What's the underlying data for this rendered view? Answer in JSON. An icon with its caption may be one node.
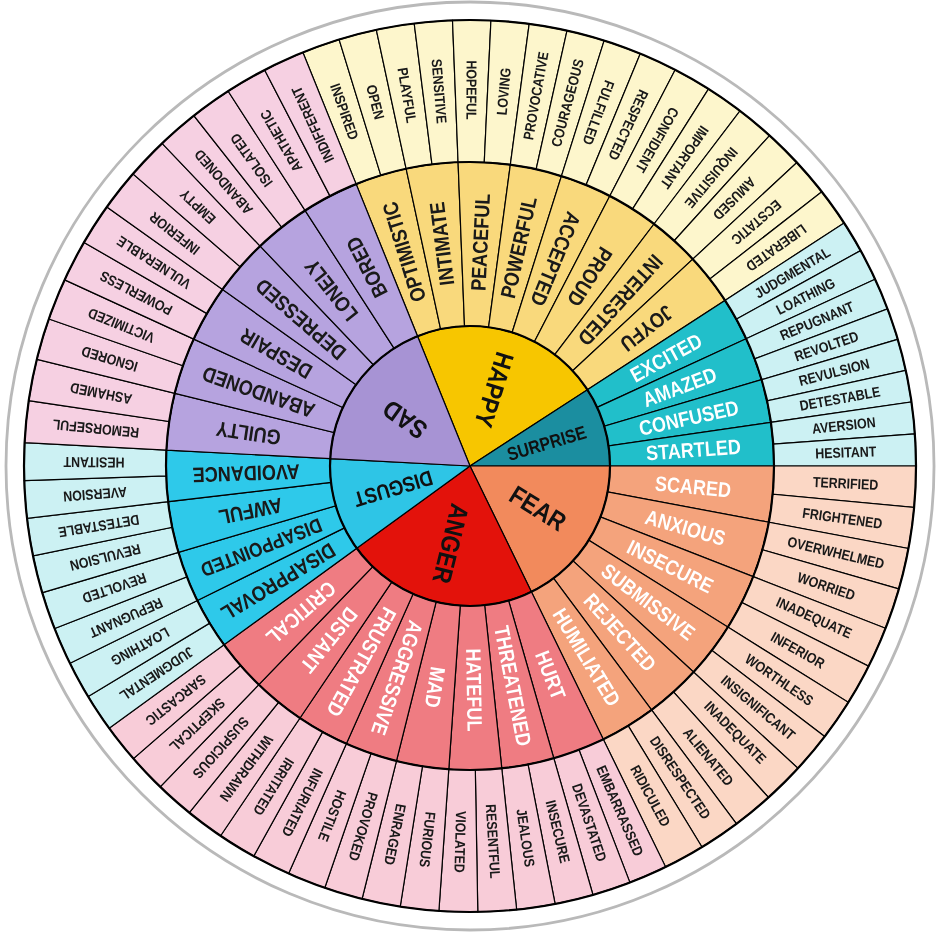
{
  "diagram": {
    "nodes": [
      {
        "text": [
          "HAPPY"
        ]
      },
      {
        "text": [
          "SURPRISE"
        ]
      },
      {
        "text": [
          "FEAR"
        ]
      },
      {
        "text": [
          "ANGER"
        ]
      },
      {
        "text": [
          "DISGUST"
        ]
      },
      {
        "text": [
          "SAD"
        ]
      },
      {
        "text": [
          "OPTIMISTIC"
        ]
      },
      {
        "text": [
          "INTIMATE"
        ]
      },
      {
        "text": [
          "PEACEFUL"
        ]
      },
      {
        "text": [
          "POWERFUL"
        ]
      },
      {
        "text": [
          "ACCEPTED"
        ]
      },
      {
        "text": [
          "PROUD"
        ]
      },
      {
        "text": [
          "INTERESTED"
        ]
      },
      {
        "text": [
          "JOYFU"
        ]
      },
      {
        "text": [
          "EXCITED"
        ]
      },
      {
        "text": [
          "AMAZED"
        ]
      },
      {
        "text": [
          "CONFUSED"
        ]
      },
      {
        "text": [
          "STARTLED"
        ]
      },
      {
        "text": [
          "SCARED"
        ]
      },
      {
        "text": [
          "ANXIOUS"
        ]
      },
      {
        "text": [
          "INSECURE"
        ]
      },
      {
        "text": [
          "SUBMISSIVE"
        ]
      },
      {
        "text": [
          "REJECTED"
        ]
      },
      {
        "text": [
          "HUMILIATED"
        ]
      },
      {
        "text": [
          "HURT"
        ]
      },
      {
        "text": [
          "THREATENED"
        ]
      },
      {
        "text": [
          "HATEFUL"
        ]
      },
      {
        "text": [
          "MAD"
        ]
      },
      {
        "text": [
          "AGGRESSIVE"
        ]
      },
      {
        "text": [
          "FRUSTRATED"
        ]
      },
      {
        "text": [
          "DISTANT"
        ]
      },
      {
        "text": [
          "CRITICAL"
        ]
      },
      {
        "text": [
          "DISAPPROVAL"
        ]
      },
      {
        "text": [
          "DISAPPOINTED"
        ]
      },
      {
        "text": [
          "AWFUL"
        ]
      },
      {
        "text": [
          "AVOIDANCE"
        ]
      },
      {
        "text": [
          "GUILTY"
        ]
      },
      {
        "text": [
          "ABANDONED"
        ]
      },
      {
        "text": [
          "DESPAIR"
        ]
      },
      {
        "text": [
          "DEPRESSED"
        ]
      },
      {
        "text": [
          "LONELY"
        ]
      },
      {
        "text": [
          "BORED"
        ]
      },
      {
        "text": [
          "INSPIRED"
        ]
      },
      {
        "text": [
          "OPEN"
        ]
      },
      {
        "text": [
          "PLAYFUL"
        ]
      },
      {
        "text": [
          "SENSITIVE"
        ]
      },
      {
        "text": [
          "HOPEFUL"
        ]
      },
      {
        "text": [
          "LOVING"
        ]
      },
      {
        "text": [
          "PROVOCATIVE"
        ]
      },
      {
        "text": [
          "COURAGEOUS"
        ]
      },
      {
        "text": [
          "FULFILLED"
        ]
      },
      {
        "text": [
          "RESPECTED"
        ]
      },
      {
        "text": [
          "CONFIDENT"
        ]
      },
      {
        "text": [
          "IMPORTANT"
        ]
      },
      {
        "text": [
          "INQUISITIVE"
        ]
      },
      {
        "text": [
          "AMUSED"
        ]
      },
      {
        "text": [
          "ECSTATIC"
        ]
      },
      {
        "text": [
          "LIBERATED"
        ]
      },
      {
        "text": [
          "JUDGMENTAL"
        ]
      },
      {
        "text": [
          "LOATHING"
        ]
      },
      {
        "text": [
          "REPUGNANT"
        ]
      },
      {
        "text": [
          "REVOLTED"
        ]
      },
      {
        "text": [
          "REVULSION"
        ]
      },
      {
        "text": [
          "DETESTABLE"
        ]
      },
      {
        "text": [
          "AVERSION"
        ]
      },
      {
        "text": [
          "HESITANT"
        ]
      },
      {
        "text": [
          "TERRIFIED"
        ]
      },
      {
        "text": [
          "FRIGHTENED"
        ]
      },
      {
        "text": [
          "OVERWHELMED"
        ]
      },
      {
        "text": [
          "WORRIED"
        ]
      },
      {
        "text": [
          "INADEQUATE"
        ]
      },
      {
        "text": [
          "INFERIOR"
        ]
      },
      {
        "text": [
          "WORTHLESS"
        ]
      },
      {
        "text": [
          "INSIGNIFICANT"
        ]
      },
      {
        "text": [
          "INADEQUATE"
        ]
      },
      {
        "text": [
          "ALIENATED"
        ]
      },
      {
        "text": [
          "DISRESPECTED"
        ]
      },
      {
        "text": [
          "RIDICULED"
        ]
      },
      {
        "text": [
          "EMBARRASSED"
        ]
      },
      {
        "text": [
          "DEVASTATED"
        ]
      },
      {
        "text": [
          "INSECURE"
        ]
      },
      {
        "text": [
          "JEALOUS"
        ]
      },
      {
        "text": [
          "RESENTFUL"
        ]
      },
      {
        "text": [
          "VIOLATED"
        ]
      },
      {
        "text": [
          "FURIOUS"
        ]
      },
      {
        "text": [
          "ENRAGED"
        ]
      },
      {
        "text": [
          "PROVOKED"
        ]
      },
      {
        "text": [
          "HOSTILE"
        ]
      },
      {
        "text": [
          "INFURIATED"
        ]
      },
      {
        "text": [
          "IRRITATED"
        ]
      },
      {
        "text": [
          "WITHDRAWN"
        ]
      },
      {
        "text": [
          "SUSPICIOUS"
        ]
      },
      {
        "text": [
          "SKEPTICAL"
        ]
      },
      {
        "text": [
          "SARCASTIC"
        ]
      },
      {
        "text": [
          "JUDGMENTAL"
        ]
      },
      {
        "text": [
          "LOATHING"
        ]
      },
      {
        "text": [
          "REPUGNANT"
        ]
      },
      {
        "text": [
          "REVOLTED"
        ]
      },
      {
        "text": [
          "REVULSION"
        ]
      },
      {
        "text": [
          "DETESTABLE"
        ]
      },
      {
        "text": [
          "AVERSION"
        ]
      },
      {
        "text": [
          "HESITANT"
        ]
      },
      {
        "text": [
          "REMORSEFUL"
        ]
      },
      {
        "text": [
          "ASHAMED"
        ]
      },
      {
        "text": [
          "IGNORED"
        ]
      },
      {
        "text": [
          "VICTIMIZED"
        ]
      },
      {
        "text": [
          "POWERLESS"
        ]
      },
      {
        "text": [
          "VULNERABLE"
        ]
      },
      {
        "text": [
          "INFERIOR"
        ]
      },
      {
        "text": [
          "EMPTY"
        ]
      },
      {
        "text": [
          "ABANDONED"
        ]
      },
      {
        "text": [
          "ISOLATED"
        ]
      },
      {
        "text": [
          "APATHETIC"
        ]
      },
      {
        "text": [
          "INDIFFERENT"
        ]
      }
    ]
  }
}
